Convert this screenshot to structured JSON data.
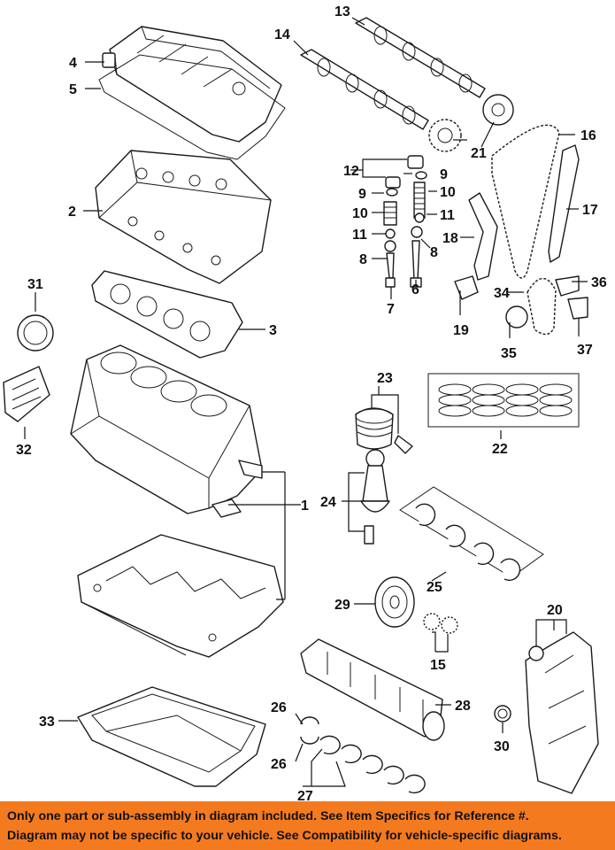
{
  "callouts": {
    "c1": "1",
    "c2": "2",
    "c3": "3",
    "c4": "4",
    "c5": "5",
    "c6": "6",
    "c7": "7",
    "c8a": "8",
    "c8b": "8",
    "c9a": "9",
    "c9b": "9",
    "c10a": "10",
    "c10b": "10",
    "c11a": "11",
    "c11b": "11",
    "c12": "12",
    "c13": "13",
    "c14": "14",
    "c15": "15",
    "c16": "16",
    "c17": "17",
    "c18": "18",
    "c19": "19",
    "c20": "20",
    "c21": "21",
    "c22": "22",
    "c23": "23",
    "c24": "24",
    "c25": "25",
    "c26a": "26",
    "c26b": "26",
    "c27": "27",
    "c28": "28",
    "c29": "29",
    "c30": "30",
    "c31": "31",
    "c32": "32",
    "c33": "33",
    "c34": "34",
    "c35": "35",
    "c36": "36",
    "c37": "37"
  },
  "banner": {
    "line1": "Only one part or sub-assembly in diagram included. See Item Specifics for Reference #.",
    "line2": "Diagram may not be specific to your vehicle. See Compatibility for vehicle-specific diagrams."
  },
  "colors": {
    "banner_bg": "#f47a20",
    "line": "#1a1a1a",
    "text": "#111111"
  }
}
